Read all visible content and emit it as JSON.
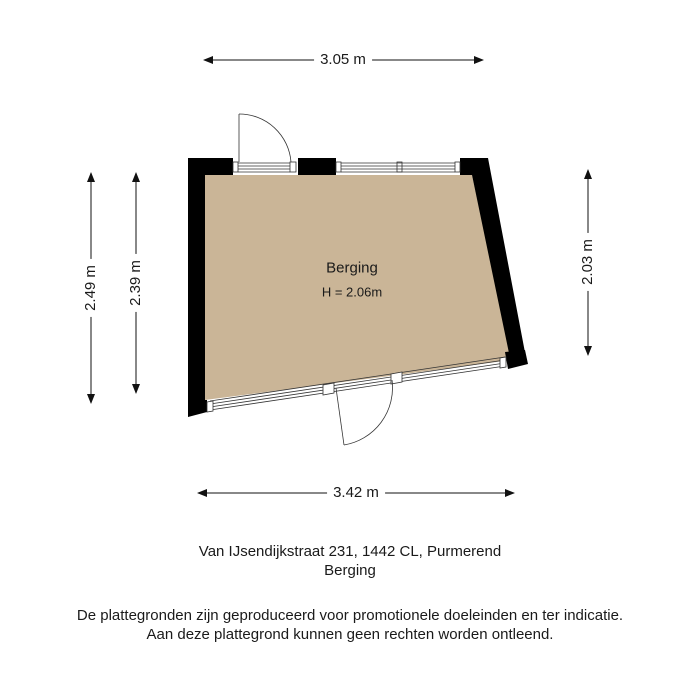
{
  "plan": {
    "colors": {
      "room_fill": "#CAB597",
      "wall": "#000000",
      "line": "#333333",
      "background": "#FFFFFF"
    },
    "room": {
      "name": "Berging",
      "height_label": "H = 2.06m"
    },
    "dimensions": {
      "top": "3.05 m",
      "bottom": "3.42 m",
      "left_outer": "2.49 m",
      "left_inner": "2.39 m",
      "right": "2.03 m"
    },
    "icons": {
      "door_top": "door-swing-icon",
      "door_bottom": "door-swing-icon",
      "windows": "window-icon"
    }
  },
  "footer": {
    "address": "Van IJsendijkstraat 231, 1442 CL, Purmerend",
    "floor_name": "Berging",
    "disclaimer_line1": "De plattegronden zijn geproduceerd voor promotionele doeleinden en ter indicatie.",
    "disclaimer_line2": "Aan deze plattegrond kunnen geen rechten worden ontleend."
  }
}
